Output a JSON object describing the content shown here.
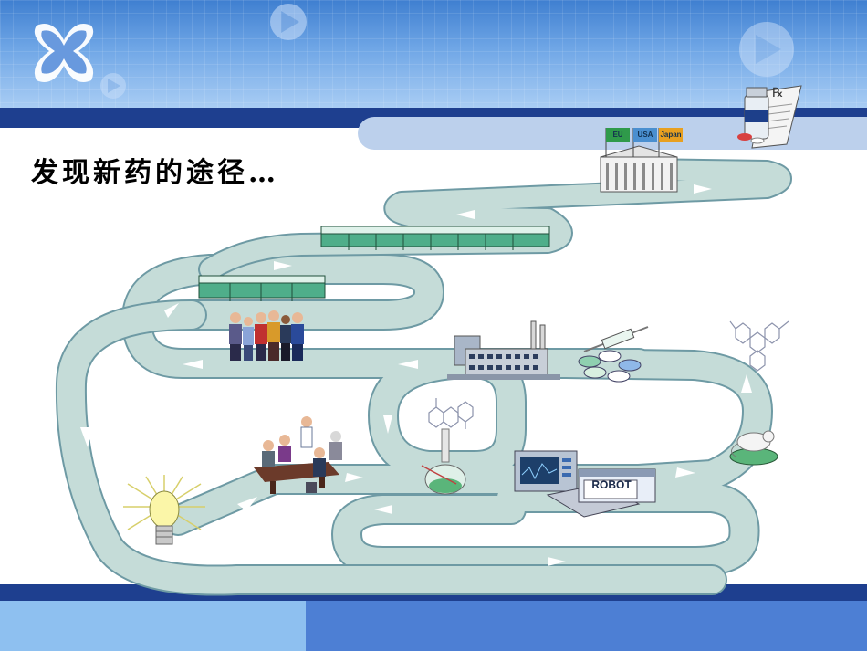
{
  "slide": {
    "title": "发现新药的途径…",
    "flags": [
      "EU",
      "USA",
      "Japan"
    ],
    "robot_label": "ROBOT",
    "rx_symbol": "℞"
  },
  "colors": {
    "header_blue": "#4f8fdc",
    "navy": "#1e3f8f",
    "road": "#c5dcd8",
    "road_border": "#6e9aa4",
    "footer_light": "#8ec0f0",
    "footer_dark": "#4d7fd4"
  },
  "icons": [
    "x-logo-icon",
    "play-icon",
    "medicine-bottle-icon",
    "prescription-icon",
    "lightbulb-icon",
    "meeting-table-icon",
    "flask-icon",
    "molecule-icon",
    "computer-icon",
    "robot-icon",
    "mouse-icon",
    "factory-icon",
    "pills-icon",
    "syringe-icon",
    "people-group-icon",
    "hospital-beds-icon",
    "government-building-icon",
    "flags-icon"
  ]
}
